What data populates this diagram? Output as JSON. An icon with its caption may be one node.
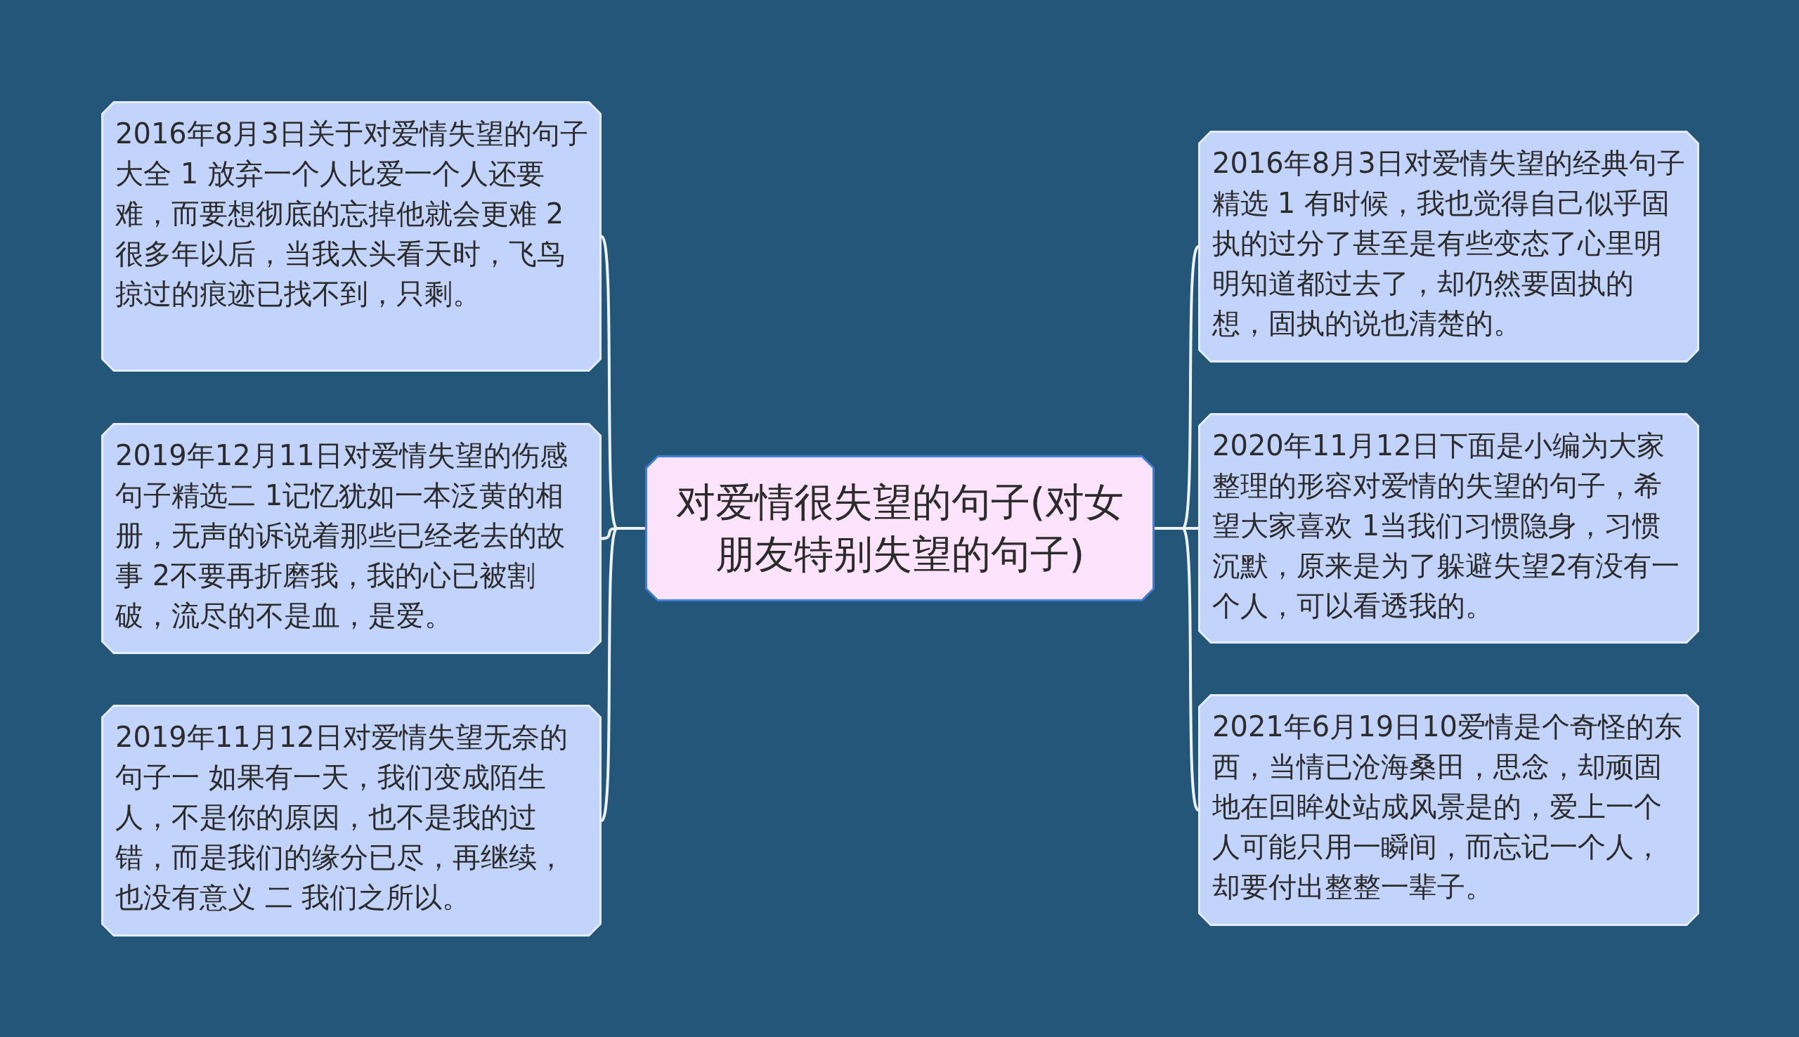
{
  "diagram": {
    "nodes": [
      {
        "text": [
          "对爱情很失望的句子(对女朋友特别失望的句子)"
        ]
      },
      {
        "text": [
          "2016年8月3日关于对爱情失望的句子大全 1 放弃一个人比爱一个人还要难，而要想彻底的忘掉他就会更难 2 很多年以后，当我太头看天时，飞鸟掠过的痕迹已找不到，只剩。"
        ]
      },
      {
        "text": [
          "2019年12月11日对爱情失望的伤感句子精选二 1记忆犹如一本泛黄的相册，无声的诉说着那些已经老去的故事 2不要再折磨我，我的心已被割破，流尽的不是血，是爱。"
        ]
      },
      {
        "text": [
          "2019年11月12日对爱情失望无奈的句子一 如果有一天，我们变成陌生人，不是你的原因，也不是我的过错，而是我们的缘分已尽，再继续，也没有意义 二 我们之所以。"
        ]
      },
      {
        "text": [
          "2016年8月3日对爱情失望的经典句子精选 1 有时候，我也觉得自己似乎固执的过分了甚至是有些变态了心里明明知道都过去了，却仍然要固执的想，固执的说也清楚的。"
        ]
      },
      {
        "text": [
          "2020年11月12日下面是小编为大家整理的形容对爱情的失望的句子，希望大家喜欢 1当我们习惯隐身，习惯沉默，原来是为了躲避失望2有没有一个人，可以看透我的。"
        ]
      },
      {
        "text": [
          "2021年6月19日10爱情是个奇怪的东西，当情已沧海桑田，思念，却顽固地在回眸处站成风景是的，爱上一个人可能只用一瞬间，而忘记一个人，却要付出整整一辈子。"
        ]
      }
    ],
    "edges": [
      {
        "from": 0,
        "to": 1,
        "arrow": "none"
      },
      {
        "from": 0,
        "to": 2,
        "arrow": "none"
      },
      {
        "from": 0,
        "to": 3,
        "arrow": "none"
      },
      {
        "from": 0,
        "to": 4,
        "arrow": "none"
      },
      {
        "from": 0,
        "to": 5,
        "arrow": "none"
      },
      {
        "from": 0,
        "to": 6,
        "arrow": "none"
      }
    ]
  }
}
